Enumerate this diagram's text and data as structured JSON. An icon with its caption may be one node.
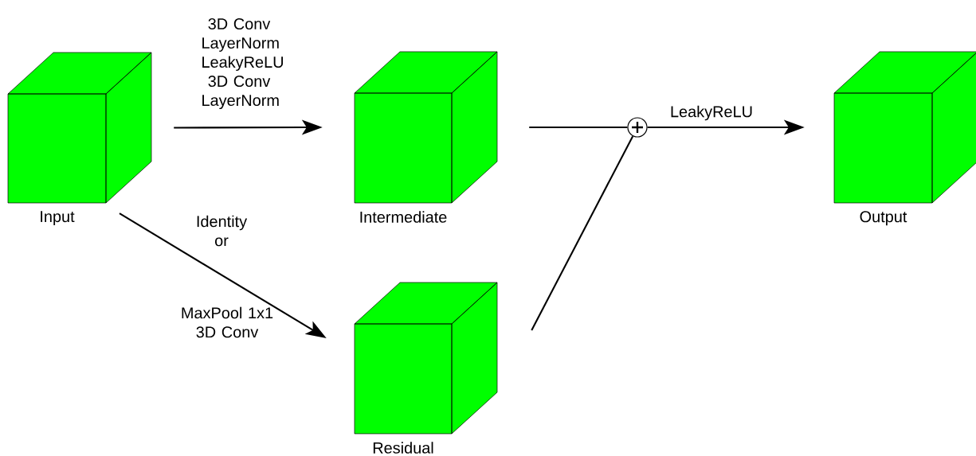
{
  "diagram": {
    "nodes": [
      {
        "text": [
          "Input"
        ]
      },
      {
        "text": [
          "Intermediate"
        ]
      },
      {
        "text": [
          "Output"
        ]
      },
      {
        "text": [
          "Residual"
        ]
      },
      {
        "text": [],
        "shape": "circle"
      }
    ],
    "edges": [
      {
        "from": 0,
        "to": 1,
        "arrow": "to",
        "label": "3D Conv LayerNorm LeakyReLU 3D Conv LayerNorm"
      },
      {
        "from": 0,
        "to": 3,
        "arrow": "to",
        "label": "Identity or"
      },
      {
        "from": 1,
        "to": 4,
        "arrow": "none"
      },
      {
        "from": 3,
        "to": 4,
        "arrow": "none"
      },
      {
        "from": 4,
        "to": 2,
        "arrow": "to",
        "label": "LeakyReLU"
      }
    ],
    "labels": [
      "MaxPool 1x1 3D Conv"
    ]
  }
}
